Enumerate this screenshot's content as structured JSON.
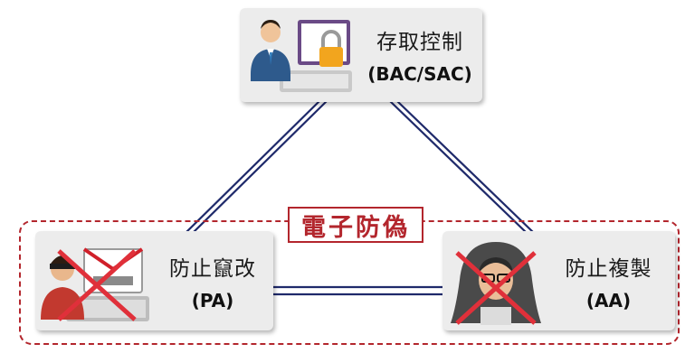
{
  "region": {
    "label": "電子防偽"
  },
  "nodes": {
    "top": {
      "title": "存取控制",
      "subtitle": "(BAC/SAC)",
      "icon": "user-laptop-lock-icon"
    },
    "left": {
      "title": "防止竄改",
      "subtitle": "(PA)",
      "icon": "tampering-crossed-icon"
    },
    "right": {
      "title": "防止複製",
      "subtitle": "(AA)",
      "icon": "hacker-crossed-icon"
    }
  },
  "colors": {
    "line": "#1f2a6b",
    "dashed": "#b3262d",
    "node_bg": "#ececec",
    "cross": "#e0303a"
  }
}
